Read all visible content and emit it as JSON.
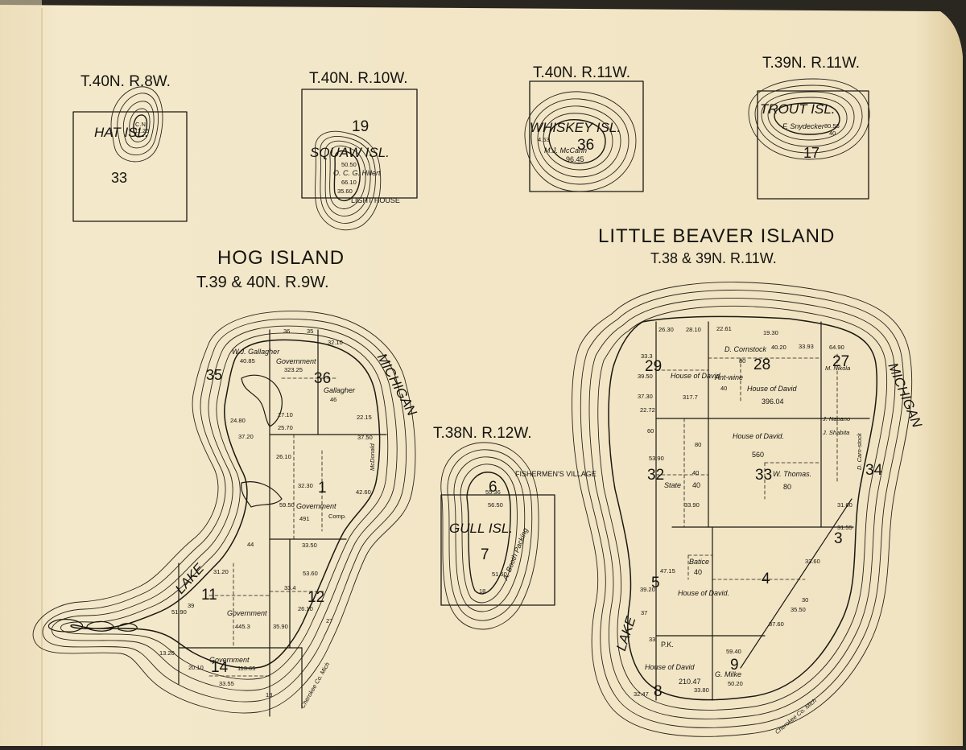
{
  "colors": {
    "paper": "#f2e6c6",
    "paper_edge": "#e2d3a9",
    "ink": "#1b1812",
    "fold": "#d8c79d"
  },
  "maps": {
    "hat": {
      "township": "T.40N. R.8W.",
      "name": "HAT ISL.",
      "section": "33",
      "owner": "C.N.",
      "acres": "11.25"
    },
    "squaw": {
      "township": "T.40N. R.10W.",
      "name": "SQUAW ISL.",
      "section": "19",
      "owner": "O. C. G. Hillert",
      "acres": "66.10",
      "lot_a": "50.50",
      "lot_b": "35.60",
      "feature": "LIGHT HOUSE"
    },
    "whiskey": {
      "township": "T.40N. R.11W.",
      "name": "WHISKEY ISL.",
      "section": "36",
      "owner": "M.J. McCann",
      "acres": "96.45",
      "lot_a": "4.53"
    },
    "trout": {
      "township": "T.39N. R.11W.",
      "name": "TROUT ISL.",
      "section": "17",
      "owner": "F. Snydecker",
      "acres": "80.56",
      "lot_a": "40"
    },
    "gull": {
      "township": "T.38N. R.12W.",
      "name": "GULL ISL.",
      "sec_a": "6",
      "sec_b": "7",
      "feature": "FISHERMEN'S VILLAGE",
      "owner": "A. Booth Packing",
      "lots": [
        "55.36",
        "56.50",
        "51.50",
        "18"
      ]
    },
    "hog": {
      "title": "HOG ISLAND",
      "township": "T.39 & 40N. R.9W.",
      "lake_a": "LAKE",
      "lake_b": "MICHIGAN",
      "sections": [
        "35",
        "36",
        "1",
        "11",
        "12",
        "14"
      ],
      "labels": [
        {
          "id": "gallagher",
          "text": "W.J. Gallagher"
        },
        {
          "id": "gov1",
          "text": "Government"
        },
        {
          "id": "gov1a",
          "text": "323.25"
        },
        {
          "id": "gallagher2",
          "text": "Gallagher"
        },
        {
          "id": "gal2a",
          "text": "46"
        },
        {
          "id": "gov2",
          "text": "Government"
        },
        {
          "id": "gov2a",
          "text": "491"
        },
        {
          "id": "gov3",
          "text": "Government"
        },
        {
          "id": "gov3a",
          "text": "445.3"
        },
        {
          "id": "gov4",
          "text": "Government"
        },
        {
          "id": "gov4a",
          "text": "113.65"
        },
        {
          "id": "comp",
          "text": "Comp."
        },
        {
          "id": "mcdonald",
          "text": "McDonald"
        },
        {
          "id": "sig",
          "text": "Cherokee Co. Mich"
        }
      ],
      "lots": [
        "40.85",
        "36",
        "35",
        "32.10",
        "24.80",
        "37.20",
        "26.10",
        "22.15",
        "27.10",
        "25.70",
        "59.50",
        "32.30",
        "37.50",
        "42.60",
        "33.50",
        "53.60",
        "33.4",
        "26.10",
        "35.90",
        "31.20",
        "51.90",
        "13.20",
        "20.10",
        "33.55",
        "18",
        "27",
        "44",
        "39"
      ]
    },
    "beaver": {
      "title": "LITTLE BEAVER ISLAND",
      "township": "T.38 & 39N. R.11W.",
      "lake_a": "LAKE",
      "lake_b": "MICHIGAN",
      "sections": [
        "29",
        "28",
        "27",
        "32",
        "33",
        "34",
        "3",
        "5",
        "4",
        "8",
        "9"
      ],
      "labels": [
        {
          "id": "cornstock",
          "text": "D. Cornstock"
        },
        {
          "id": "c80",
          "text": "80"
        },
        {
          "id": "hod1",
          "text": "House of David"
        },
        {
          "id": "hod1a",
          "text": "317.7"
        },
        {
          "id": "antwine",
          "text": "Ant-wine"
        },
        {
          "id": "aw40",
          "text": "40"
        },
        {
          "id": "hod2",
          "text": "House of David"
        },
        {
          "id": "hod2a",
          "text": "396.04"
        },
        {
          "id": "hod3",
          "text": "House of David."
        },
        {
          "id": "hod3a",
          "text": "560"
        },
        {
          "id": "thomas",
          "text": "W. Thomas."
        },
        {
          "id": "th80",
          "text": "80"
        },
        {
          "id": "state",
          "text": "State"
        },
        {
          "id": "st40",
          "text": "40"
        },
        {
          "id": "batice",
          "text": "Batice"
        },
        {
          "id": "bt40",
          "text": "40"
        },
        {
          "id": "hod4",
          "text": "House of David."
        },
        {
          "id": "pk",
          "text": "P.K."
        },
        {
          "id": "hod5",
          "text": "House of David"
        },
        {
          "id": "hod5a",
          "text": "210.47"
        },
        {
          "id": "milke",
          "text": "G. Milke"
        },
        {
          "id": "mk",
          "text": "50.20"
        },
        {
          "id": "nikola",
          "text": "M. Nikola"
        },
        {
          "id": "napano",
          "text": "J. Napano"
        },
        {
          "id": "shabita",
          "text": "J. Shabita"
        },
        {
          "id": "dcarn",
          "text": "D. Carn-stock"
        },
        {
          "id": "sig",
          "text": "Cherokee Co. Mich"
        }
      ],
      "lots": [
        "26.30",
        "28.10",
        "22.61",
        "19.30",
        "40.20",
        "33.93",
        "64.90",
        "33.3",
        "39.50",
        "37.30",
        "22.72",
        "60",
        "53.90",
        "80",
        "40",
        "33.90",
        "47.15",
        "39.20",
        "37",
        "35.50",
        "37.60",
        "31.60",
        "33.60",
        "31.55",
        "59.40",
        "32.47",
        "33.80",
        "33",
        "30"
      ]
    }
  }
}
